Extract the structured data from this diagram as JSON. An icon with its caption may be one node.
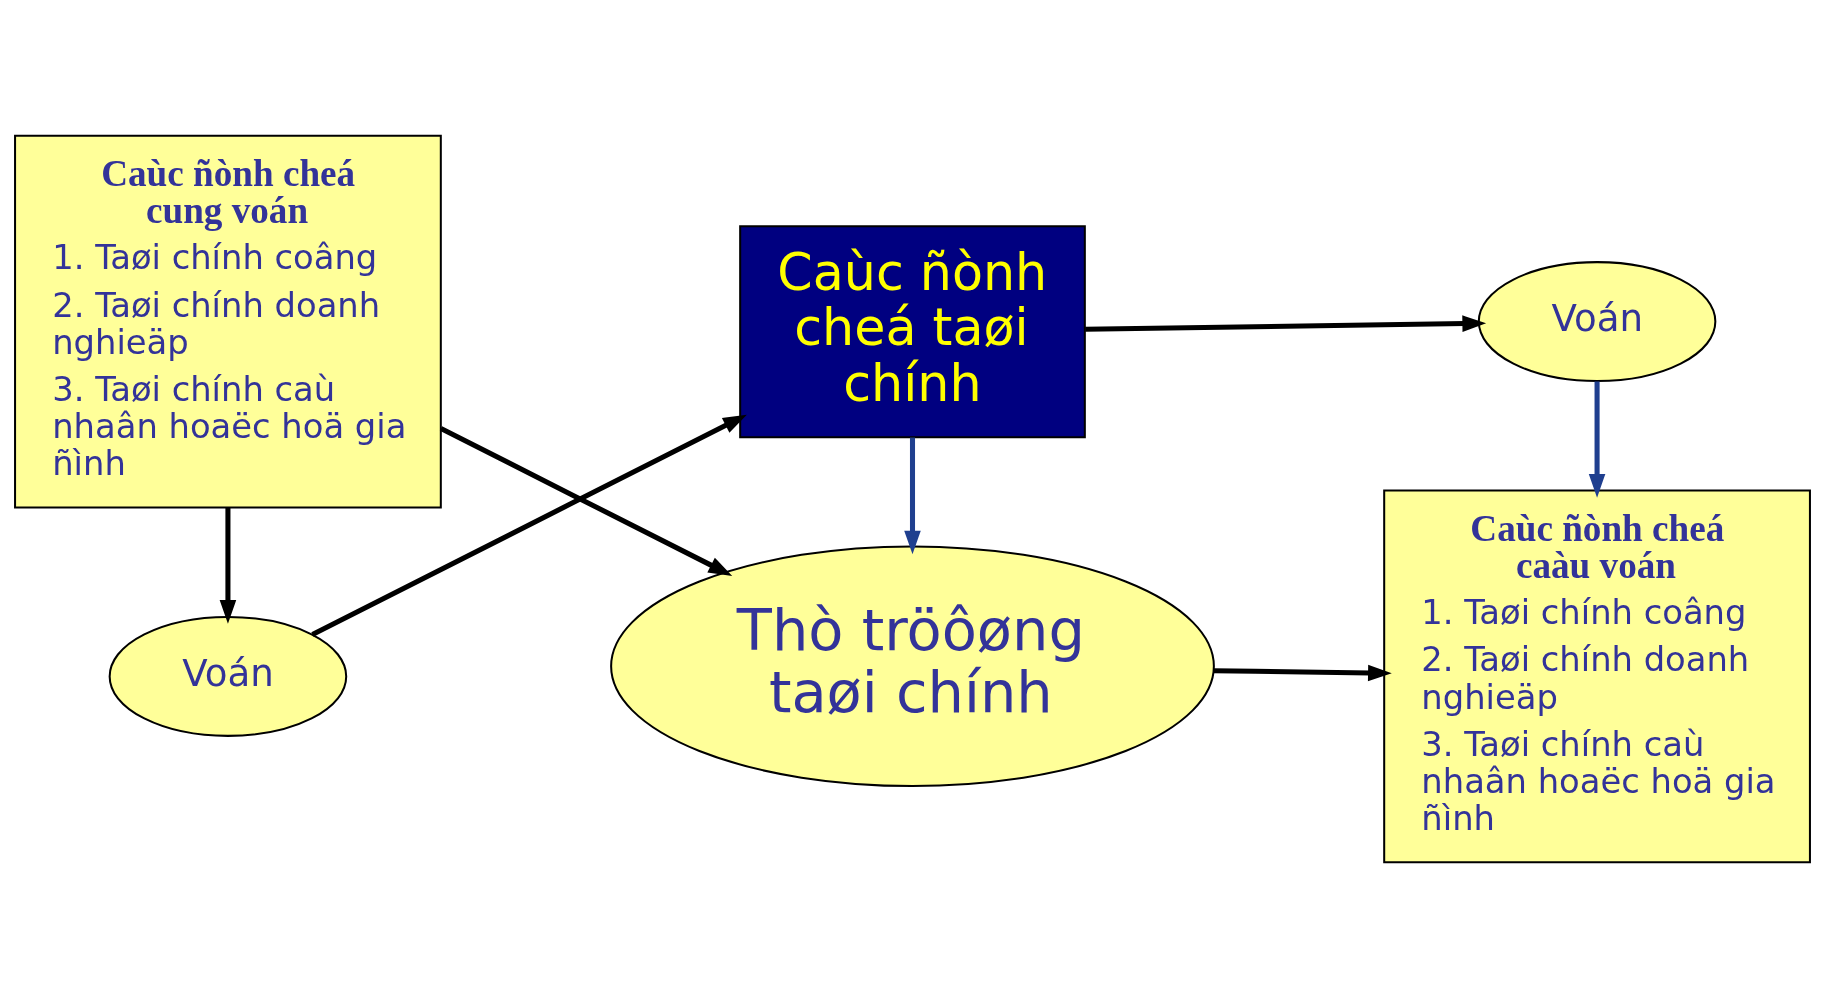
{
  "diagram": {
    "nodes": [
      {
        "text": [
          "Caùc ñònh cheá taøi chính"
        ]
      },
      {
        "text": [
          "Voán"
        ]
      },
      {
        "text": [
          "Voán"
        ]
      },
      {
        "text": [
          "Caùc ñònh cheá cung voán",
          "1. Taøi chính coâng",
          "2. Taøi chính doanh nghieäp",
          "3. Taøi chính caù nhaân hoaëc hoä gia ñình"
        ]
      },
      {
        "text": [
          "Thò tröôøng taøi chính"
        ]
      },
      {
        "text": [
          "Caùc ñònh cheá caàu voán",
          "1. Taøi chính coâng",
          "2. Taøi chính doanh nghieäp",
          "3. Taøi chính caù nhaân hoaëc hoä gia ñình"
        ]
      }
    ],
    "edges": [
      {
        "from": 3,
        "to": 1,
        "arrow": "to"
      },
      {
        "from": 1,
        "to": 0,
        "arrow": "to"
      },
      {
        "from": 0,
        "to": 2,
        "arrow": "to"
      },
      {
        "from": 0,
        "to": 4,
        "arrow": "to",
        "color": "#1f3f8f"
      },
      {
        "from": 2,
        "to": 5,
        "arrow": "to",
        "color": "#1f3f8f"
      },
      {
        "from": 3,
        "to": 4,
        "arrow": "to"
      },
      {
        "from": 4,
        "to": 5,
        "arrow": "to"
      }
    ]
  }
}
